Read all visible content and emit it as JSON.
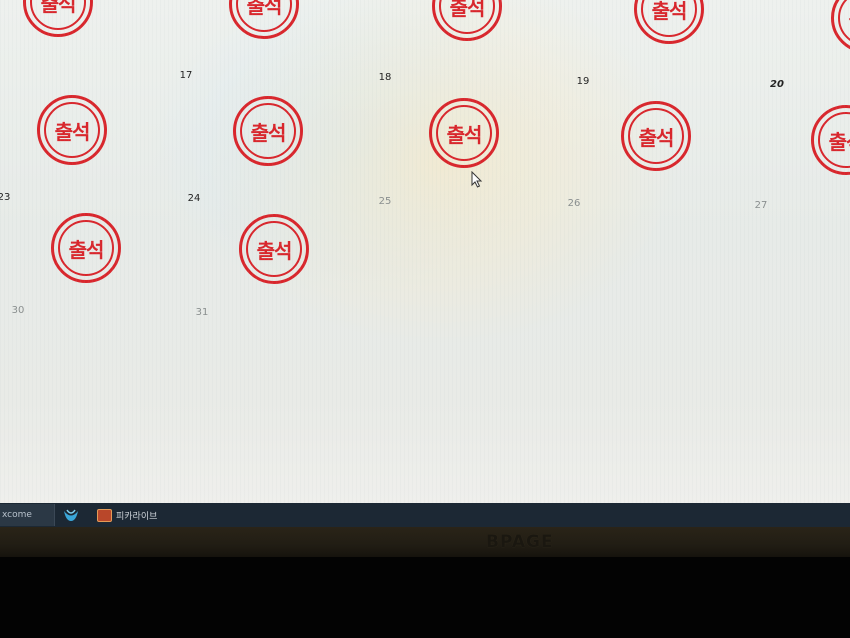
{
  "calendar": {
    "stamp_text": "출석",
    "days": [
      "17",
      "18",
      "19",
      "20",
      "23",
      "24",
      "25",
      "26",
      "27",
      "30",
      "31"
    ]
  },
  "taskbar": {
    "left_item": "xcome",
    "app_label": "피카라이브"
  },
  "monitor": {
    "brand": "BPAGE"
  },
  "colors": {
    "stamp_red": "#d9262c",
    "taskbar": "#1c2834"
  }
}
